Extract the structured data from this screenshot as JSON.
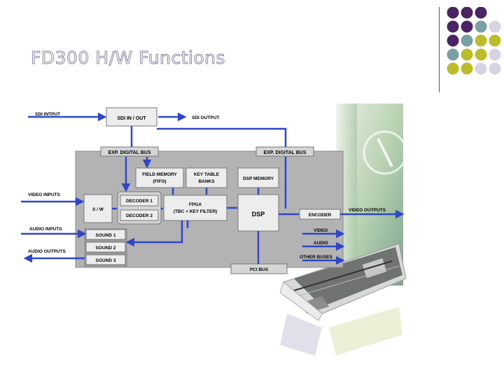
{
  "slide": {
    "title": "FD300 H/W Functions"
  },
  "decor": {
    "dot_colors": [
      "#4b2463",
      "#7aa0a4",
      "#bcbc2a",
      "#d6d4e2"
    ],
    "dot_grid": [
      [
        "#4b2463",
        "#4b2463",
        "#4b2463",
        ""
      ],
      [
        "#4b2463",
        "#4b2463",
        "#7aa0a4",
        "#d6d4e2"
      ],
      [
        "#4b2463",
        "#7aa0a4",
        "#bcbc2a",
        "#bcbc2a"
      ],
      [
        "#7aa0a4",
        "#bcbc2a",
        "#bcbc2a",
        "#d6d4e2"
      ],
      [
        "#bcbc2a",
        "#bcbc2a",
        "#d6d4e2",
        "#d6d4e2"
      ]
    ]
  },
  "diagram": {
    "accent": "#2f46c8",
    "panel_color": "#b3b3b3",
    "blocks": {
      "sdi_in_out": "SDI IN / OUT",
      "exp_bus_left": "EXP. DIGITAL BUS",
      "exp_bus_right": "EXP. DIGITAL BUS",
      "field_memory_1": "FIELD MEMORY",
      "field_memory_2": "(FIFO)",
      "key_table_1": "KEY TABLE",
      "key_table_2": "BANKS",
      "dsp_memory": "DSP MEMORY",
      "sw": "S / W",
      "decoder1": "DECODER 1",
      "decoder2": "DECODER 2",
      "fpga_1": "FPGA",
      "fpga_2": "(TBC  + KEY FILTER)",
      "dsp": "DSP",
      "encoder": "ENCODER",
      "sound1": "SOUND 1",
      "sound2": "SOUND 2",
      "sound3": "SOUND 3",
      "pci_bus": "PCI BUS"
    },
    "labels": {
      "sdi_input": "SDI INTPUT",
      "sdi_output": "SDI OUTPUT",
      "video_inputs": "VIDEO INPUTS",
      "audio_inputs": "AUDIO INPUTS",
      "audio_outputs": "AUDIO OUTPUTS",
      "video_outputs": "VIDEO OUTPUTS",
      "video": "VIDEO",
      "audio": "AUDIO",
      "other_buses": "OTHER BUSES"
    }
  }
}
